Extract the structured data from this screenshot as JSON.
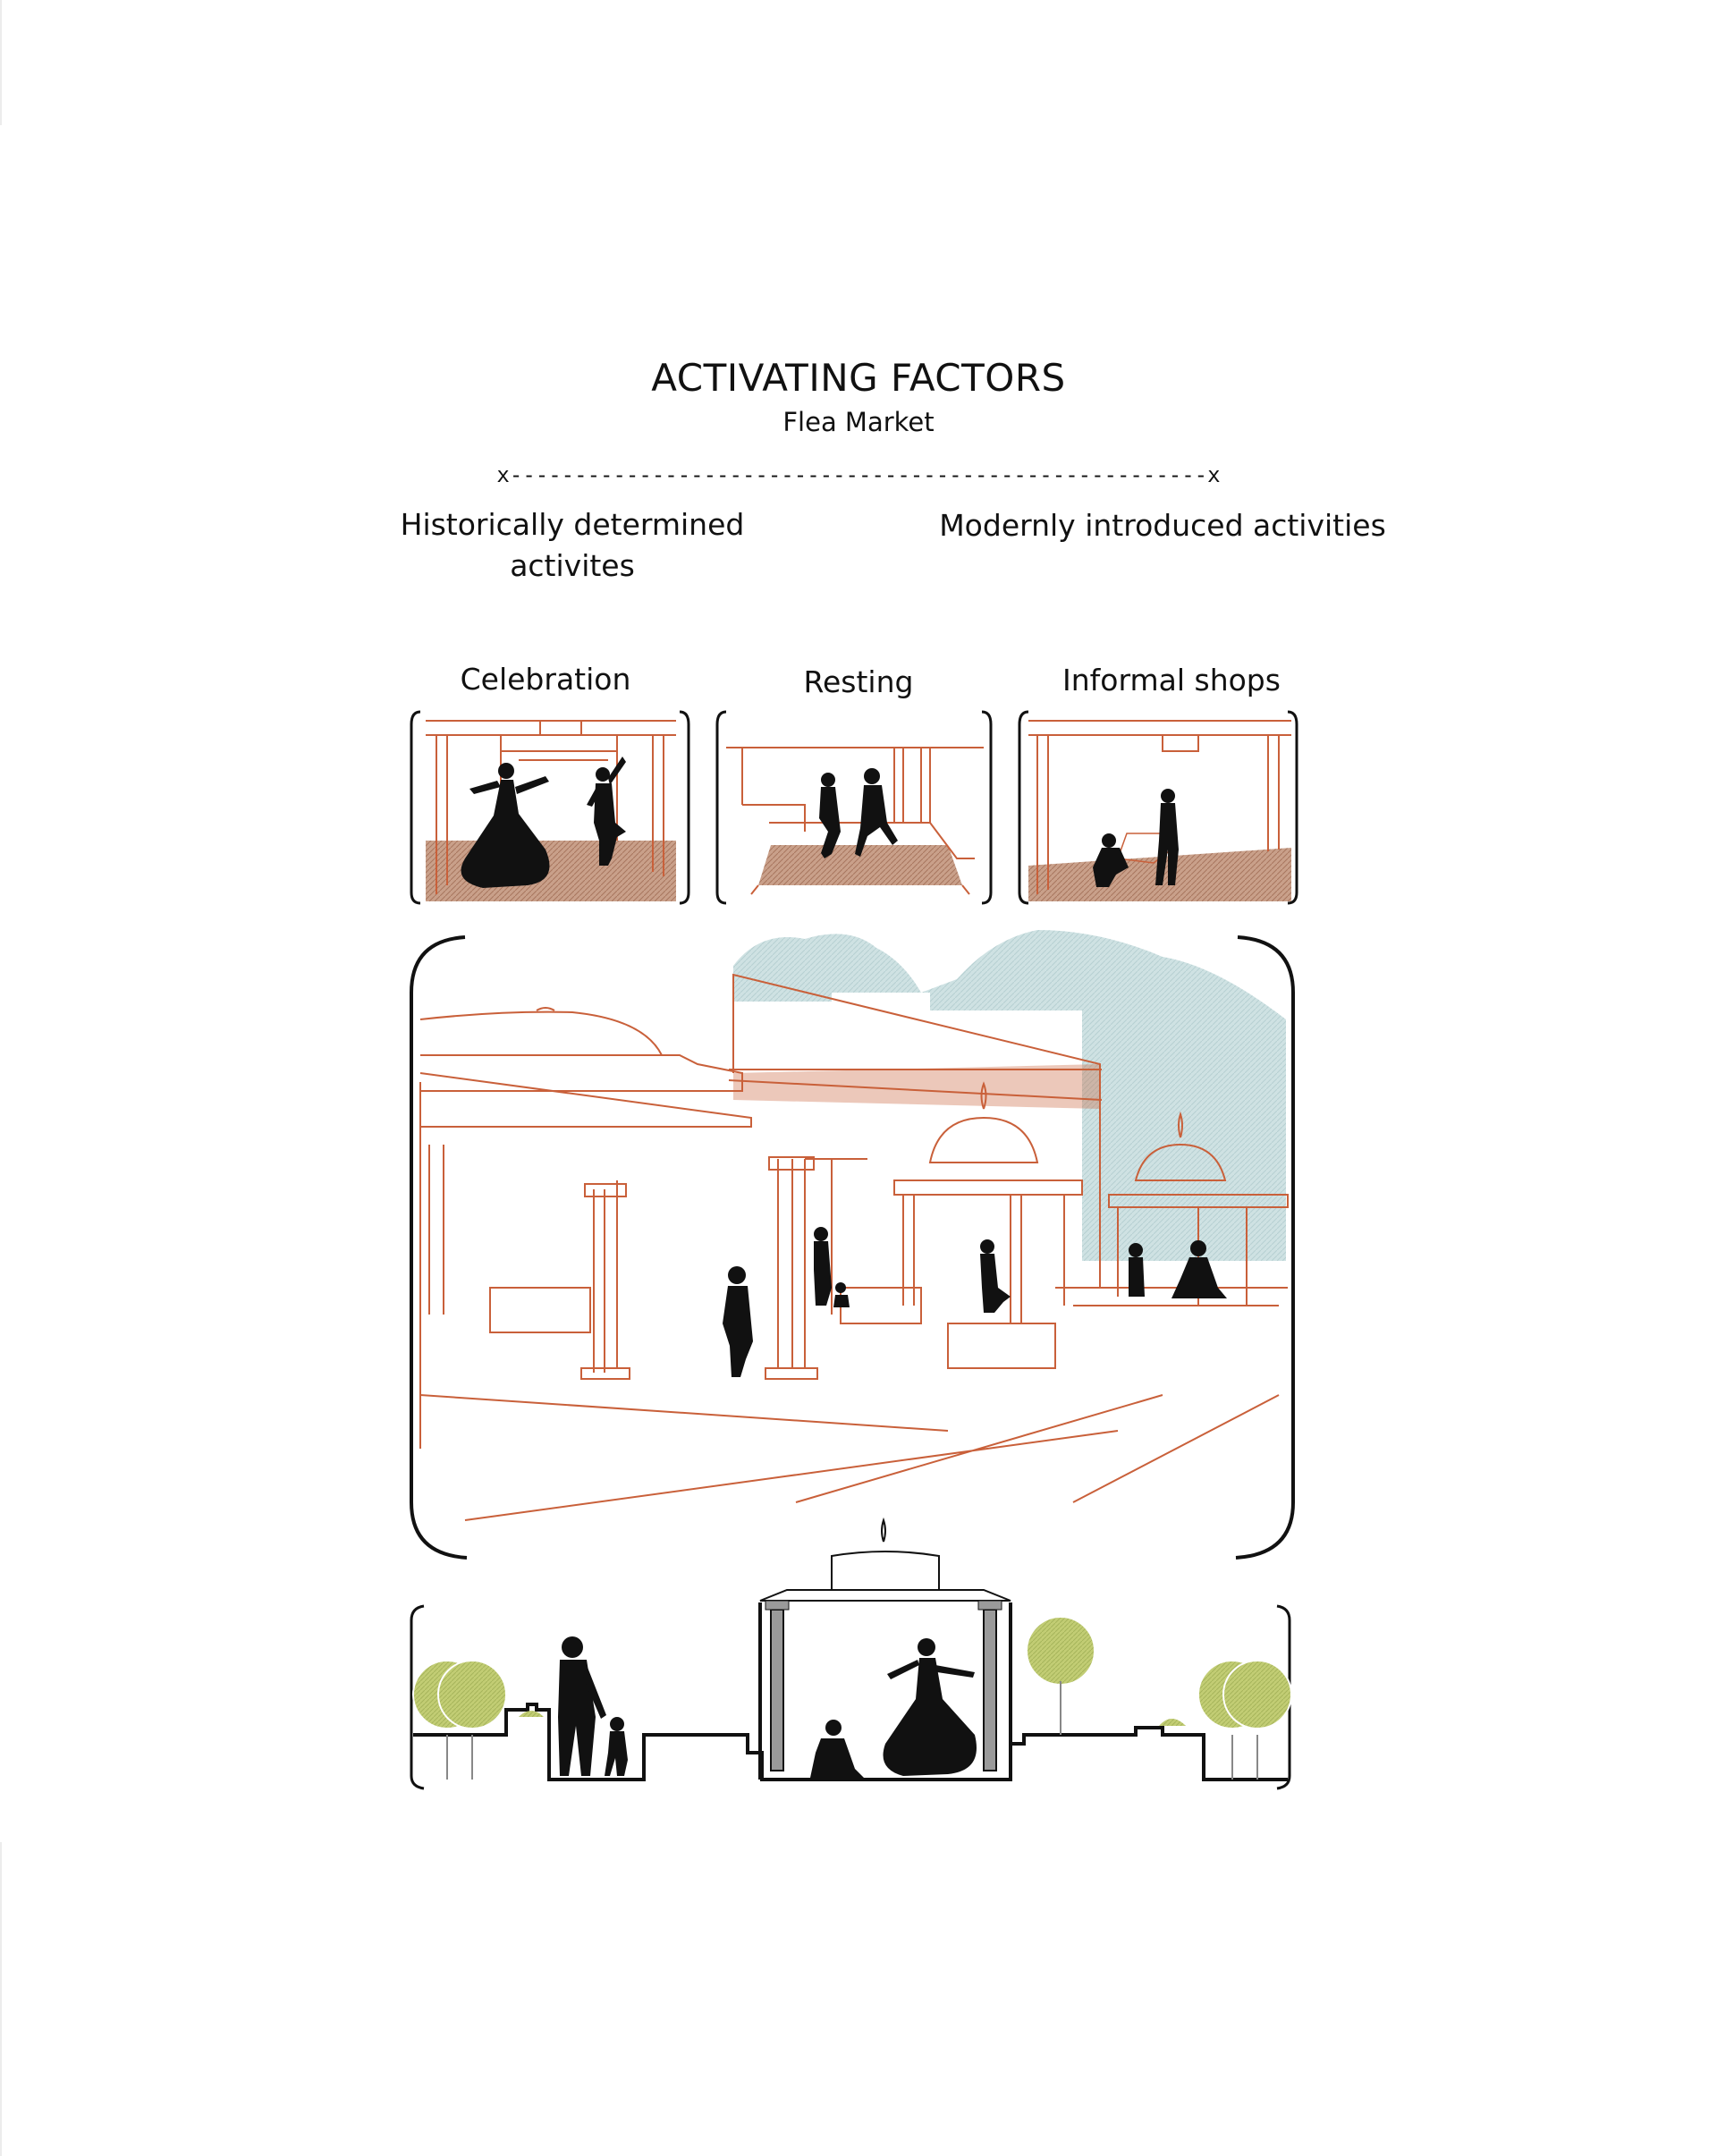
{
  "header": {
    "title": "ACTIVATING FACTORS",
    "subtitle": "Flea Market"
  },
  "spectrum": {
    "axis_text": "x------------------------------------------------------x",
    "left_label": "Historically determined activites",
    "right_label": "Modernly introduced activities"
  },
  "panels": [
    {
      "caption": "Celebration"
    },
    {
      "caption": "Resting"
    },
    {
      "caption": "Informal shops"
    }
  ],
  "colors": {
    "line": "#c9603a",
    "floor": "#b98d77",
    "sky": "#c9dfe0",
    "tree": "#bcc869",
    "ink": "#111111"
  }
}
